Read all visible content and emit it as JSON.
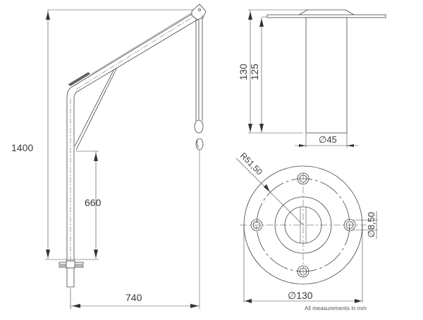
{
  "drawing": {
    "type": "technical-drawing",
    "subject": "davit crane with base socket",
    "side_view": {
      "dimensions": {
        "overall_height": "1400",
        "socket_to_brace": "660",
        "reach": "740"
      }
    },
    "socket_view": {
      "dimensions": {
        "total_height": "130",
        "tube_height": "125",
        "tube_diameter": "∅45"
      }
    },
    "flange_view": {
      "dimensions": {
        "radius": "R51,50",
        "hole_diameter": "∅8,50",
        "flange_diameter": "∅130"
      }
    },
    "note": "All measurements in mm"
  }
}
